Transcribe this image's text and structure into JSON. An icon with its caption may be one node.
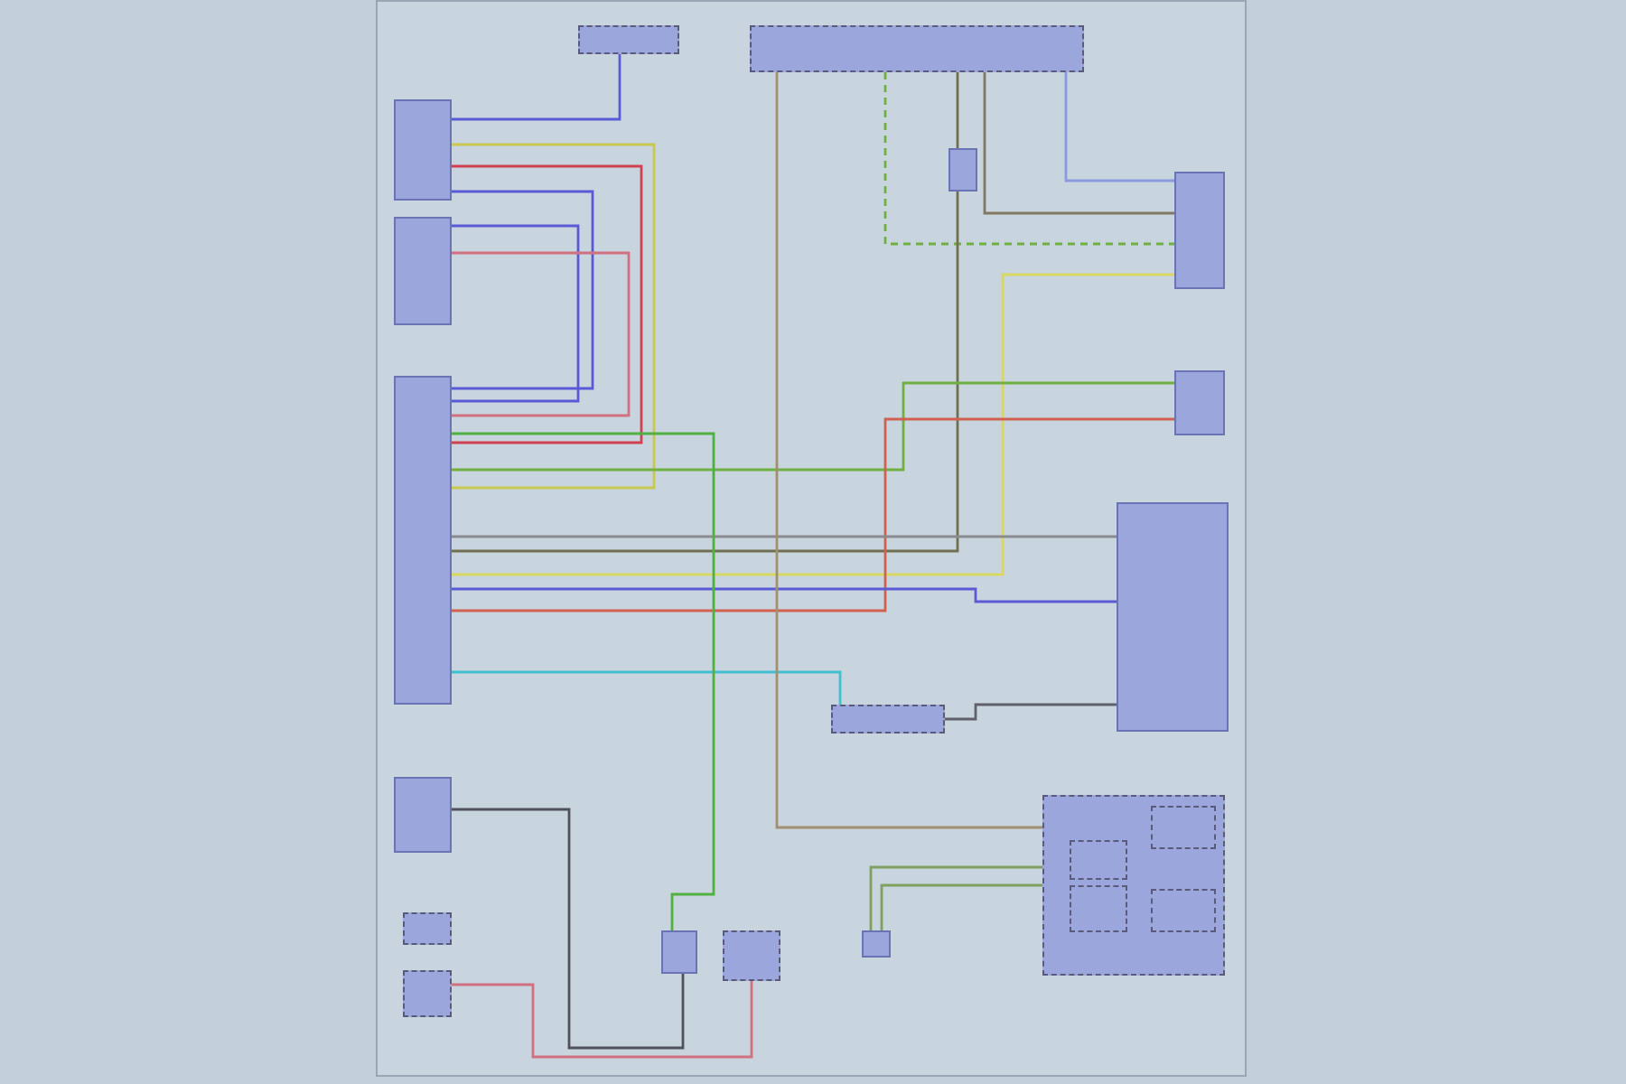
{
  "diagram": {
    "nodes": [
      {
        "text": [],
        "shape": "box"
      },
      {
        "text": [],
        "shape": "box"
      },
      {
        "text": [],
        "shape": "box"
      },
      {
        "text": [],
        "shape": "box"
      },
      {
        "text": [],
        "shape": "box"
      },
      {
        "text": [],
        "shape": "box"
      },
      {
        "text": [],
        "shape": "box"
      },
      {
        "text": [],
        "shape": "box"
      },
      {
        "text": [],
        "shape": "box"
      },
      {
        "text": [],
        "shape": "box"
      },
      {
        "text": [],
        "shape": "box"
      },
      {
        "text": [],
        "shape": "box"
      },
      {
        "text": [],
        "shape": "box"
      },
      {
        "text": [],
        "shape": "box"
      },
      {
        "text": [],
        "shape": "box"
      },
      {
        "text": [],
        "shape": "box"
      },
      {
        "text": [],
        "shape": "box"
      },
      {
        "text": [],
        "shape": "box",
        "in": 13
      },
      {
        "text": [],
        "shape": "box",
        "in": 13
      },
      {
        "text": [],
        "shape": "box",
        "in": 13
      },
      {
        "text": [],
        "shape": "box",
        "in": 13
      }
    ],
    "edges": [
      {
        "from": 0,
        "to": 2,
        "arrow": "none",
        "color": "#5a5ad6"
      },
      {
        "from": 2,
        "to": 4,
        "arrow": "none",
        "color": "#c8c850"
      },
      {
        "from": 2,
        "to": 4,
        "arrow": "none",
        "color": "#d04050"
      },
      {
        "from": 2,
        "to": 4,
        "arrow": "none",
        "color": "#5a5ad6"
      },
      {
        "from": 3,
        "to": 4,
        "arrow": "none",
        "color": "#5a5ad6"
      },
      {
        "from": 3,
        "to": 4,
        "arrow": "none",
        "color": "#d07080"
      },
      {
        "from": 1,
        "to": 8,
        "arrow": "none",
        "color": "#707050"
      },
      {
        "from": 1,
        "to": 9,
        "arrow": "none",
        "color": "#8a9ae0"
      },
      {
        "from": 1,
        "to": 9,
        "arrow": "none",
        "color": "#807860"
      },
      {
        "from": 1,
        "to": 9,
        "arrow": "none",
        "style": "dashed",
        "color": "#70b040"
      },
      {
        "from": 4,
        "to": 9,
        "arrow": "none",
        "color": "#d8d860"
      },
      {
        "from": 8,
        "to": 4,
        "arrow": "none",
        "color": "#707050"
      },
      {
        "from": 4,
        "to": 10,
        "arrow": "none",
        "color": "#70b040"
      },
      {
        "from": 4,
        "to": 10,
        "arrow": "none",
        "color": "#d06050"
      },
      {
        "from": 4,
        "to": 11,
        "arrow": "none",
        "color": "#5a5ad6"
      },
      {
        "from": 4,
        "to": 11,
        "arrow": "none",
        "color": "#8a8a90"
      },
      {
        "from": 12,
        "to": 11,
        "arrow": "none",
        "color": "#60606a"
      },
      {
        "from": 4,
        "to": 12,
        "arrow": "none",
        "color": "#40c0d0"
      },
      {
        "from": 1,
        "to": 13,
        "arrow": "none",
        "color": "#a09070"
      },
      {
        "from": 16,
        "to": 13,
        "arrow": "none",
        "color": "#80a060"
      },
      {
        "from": 16,
        "to": 13,
        "arrow": "none",
        "color": "#80a060"
      },
      {
        "from": 5,
        "to": 14,
        "arrow": "none",
        "color": "#50505a"
      },
      {
        "from": 7,
        "to": 15,
        "arrow": "none",
        "color": "#d07080"
      },
      {
        "from": 4,
        "to": 14,
        "arrow": "none",
        "color": "#50b040"
      }
    ]
  }
}
